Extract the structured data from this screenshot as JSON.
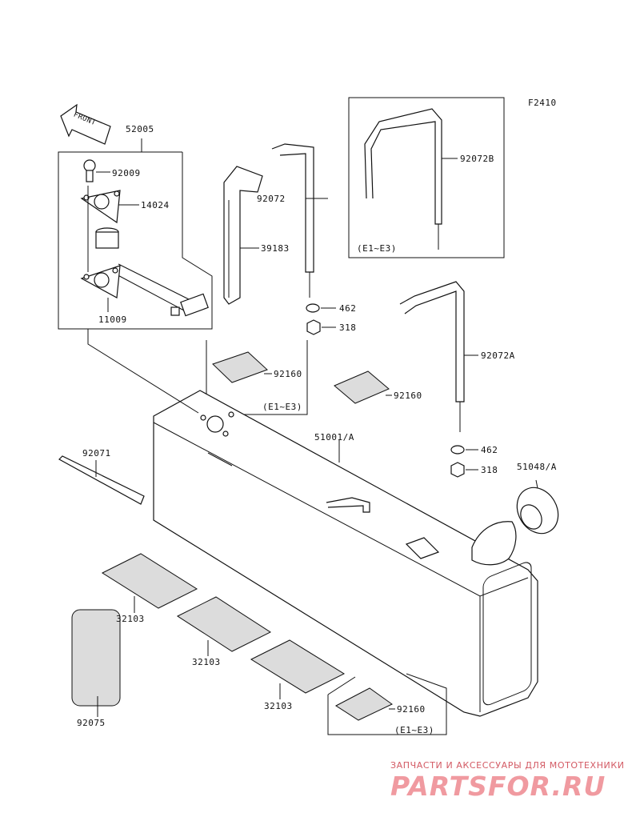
{
  "figure_code": "F2410",
  "front_label": "FRONT",
  "parts": {
    "p52005": "52005",
    "p92009": "92009",
    "p14024": "14024",
    "p11009": "11009",
    "p39183": "39183",
    "p92072": "92072",
    "p92072B": "92072B",
    "p92072A": "92072A",
    "p462a": "462",
    "p318a": "318",
    "p462b": "462",
    "p318b": "318",
    "p92160a": "92160",
    "p92160b": "92160",
    "p92160c": "92160",
    "p51001": "51001/A",
    "p51048": "51048/A",
    "p92071": "92071",
    "p32103a": "32103",
    "p32103b": "32103",
    "p32103c": "32103",
    "p92075": "92075"
  },
  "notes": {
    "e1": "(E1~E3)",
    "e2": "(E1~E3)",
    "e3": "(E1~E3)"
  },
  "watermark": {
    "tagline": "ЗАПЧАСТИ И АКСЕССУАРЫ ДЛЯ МОТОТЕХНИКИ",
    "logo": "PARTSFOR.RU",
    "color": "#e07078"
  }
}
